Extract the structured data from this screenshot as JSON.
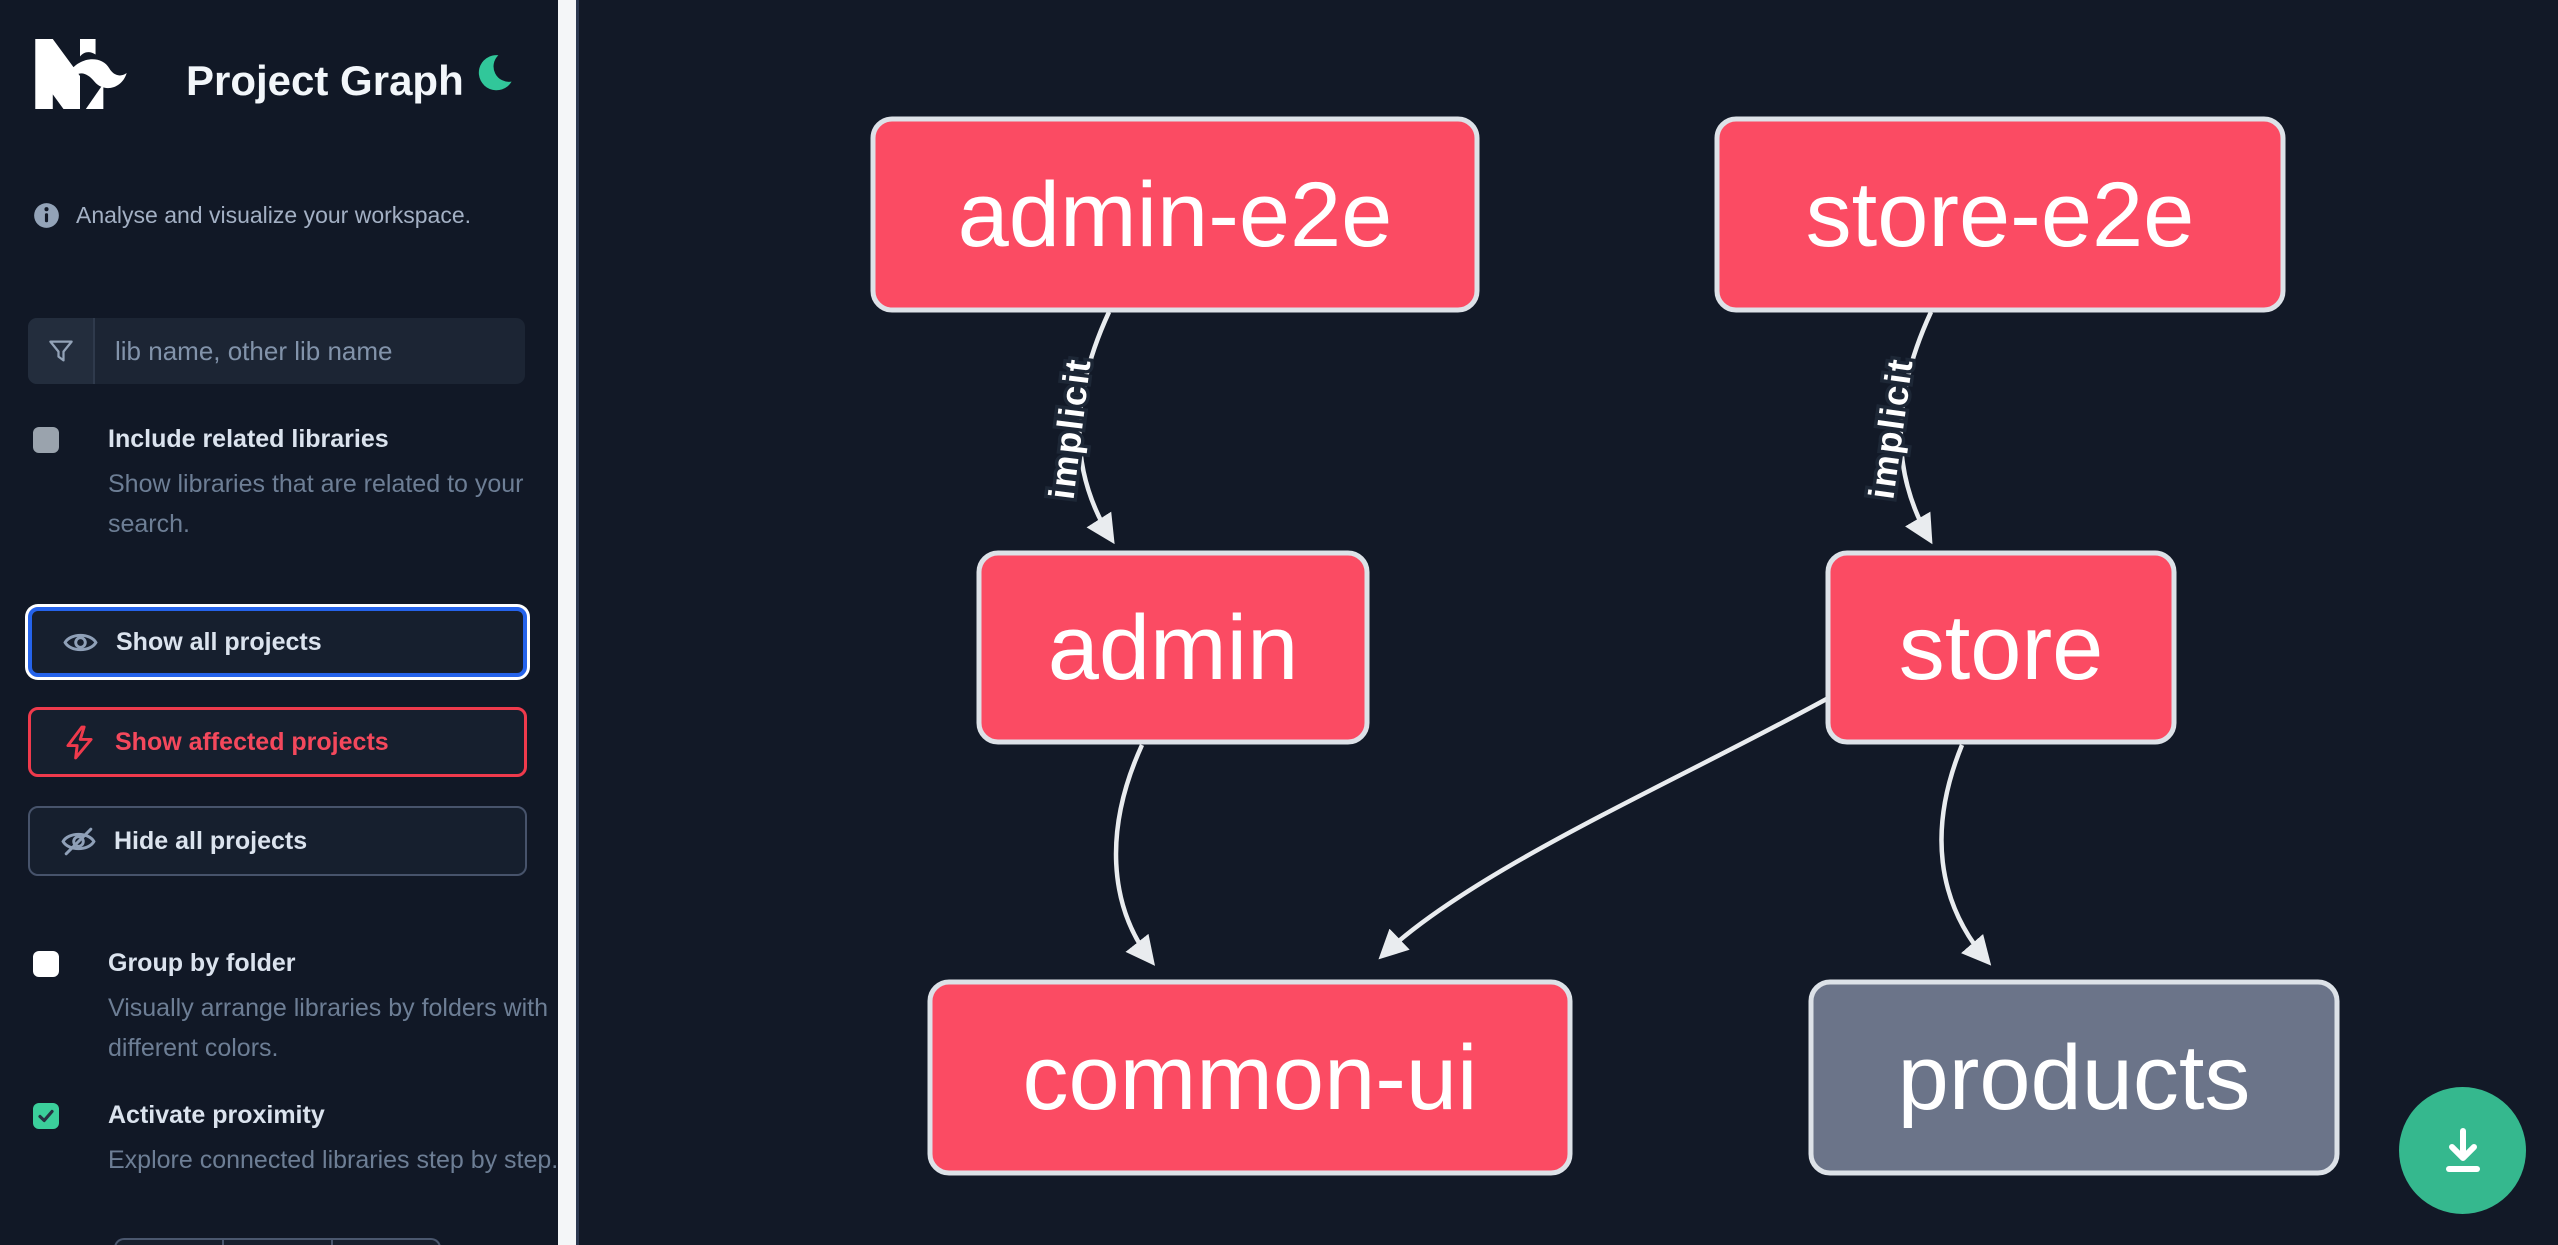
{
  "header": {
    "title": "Project Graph",
    "logo_icon": "nx-logo",
    "theme_icon": "moon-icon"
  },
  "colors": {
    "background": "#111826",
    "node_affected": "#fb4b63",
    "node_default": "#6b7489",
    "node_border": "#dde2e8",
    "edge": "#e9ecef",
    "focus_blue": "#2563eb",
    "danger_red": "#ef3a4c",
    "checkbox_green": "#3bcf9b",
    "moon_green": "#31c79a",
    "fab_green": "#35b88e"
  },
  "sidebar": {
    "info_text": "Analyse and visualize your workspace.",
    "search": {
      "placeholder": "lib name, other lib name",
      "icon": "filter-icon"
    },
    "toggles": [
      {
        "label": "Include related libraries",
        "description": "Show libraries that are related to your search.",
        "checked": false
      },
      {
        "label": "Group by folder",
        "description": "Visually arrange libraries by folders with different colors.",
        "checked": false
      },
      {
        "label": "Activate proximity",
        "description": "Explore connected libraries step by step.",
        "checked": true
      }
    ],
    "buttons": [
      {
        "label": "Show all projects",
        "icon": "eye-icon",
        "state": "focused"
      },
      {
        "label": "Show affected projects",
        "icon": "lightning-icon",
        "state": "danger"
      },
      {
        "label": "Hide all projects",
        "icon": "eye-off-icon",
        "state": "default"
      }
    ]
  },
  "graph": {
    "nodes": [
      {
        "id": "admin-e2e",
        "label": "admin-e2e",
        "type": "affected"
      },
      {
        "id": "store-e2e",
        "label": "store-e2e",
        "type": "affected"
      },
      {
        "id": "admin",
        "label": "admin",
        "type": "affected"
      },
      {
        "id": "store",
        "label": "store",
        "type": "affected"
      },
      {
        "id": "common-ui",
        "label": "common-ui",
        "type": "affected"
      },
      {
        "id": "products",
        "label": "products",
        "type": "default"
      }
    ],
    "edges": [
      {
        "source": "admin-e2e",
        "target": "admin",
        "label": "implicit"
      },
      {
        "source": "store-e2e",
        "target": "store",
        "label": "implicit"
      },
      {
        "source": "admin",
        "target": "common-ui",
        "label": ""
      },
      {
        "source": "store",
        "target": "common-ui",
        "label": ""
      },
      {
        "source": "store",
        "target": "products",
        "label": ""
      }
    ]
  },
  "fab": {
    "icon": "download-icon"
  }
}
